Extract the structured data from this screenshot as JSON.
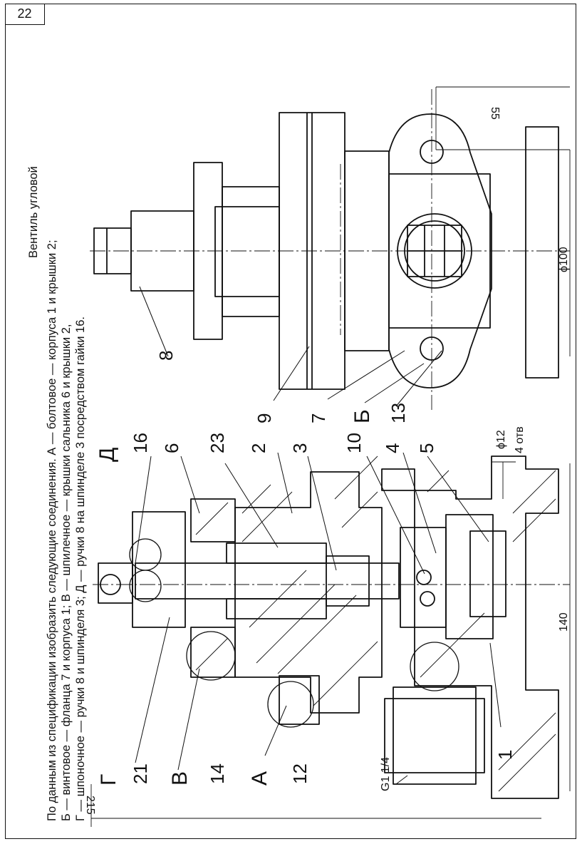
{
  "page": {
    "number": "22",
    "title": "Вентиль угловой",
    "task_lines": [
      "По данным из спецификации изобразить следующие соединения. А — болтовое — корпуса 1 и крышки 2;",
      "Б — винтовое — фланца 7 и корпуса 1; В — шпилечное — крышки сальника 6 и крышки 2,",
      "Г — шпоночное — ручки 8 и шпинделя 3;  Д — ручки 8 на шпинделе 3 посредством гайки 16."
    ]
  },
  "callouts": {
    "c16": "16",
    "c6": "6",
    "c23": "23",
    "c2": "2",
    "c3": "3",
    "c10": "10",
    "c4": "4",
    "c5": "5",
    "c9": "9",
    "c7": "7",
    "c13": "13",
    "c8": "8",
    "c21": "21",
    "c14": "14",
    "c12": "12",
    "c1": "1",
    "letter_d": "Д",
    "letter_b": "Б",
    "letter_g": "Г",
    "letter_v": "В",
    "letter_a": "А"
  },
  "dimensions": {
    "d55": "55",
    "d100": "ϕ100",
    "d12": "ϕ12",
    "holes": "4 отв",
    "d140": "140",
    "d215": "215",
    "thread": "G1 1/4"
  }
}
